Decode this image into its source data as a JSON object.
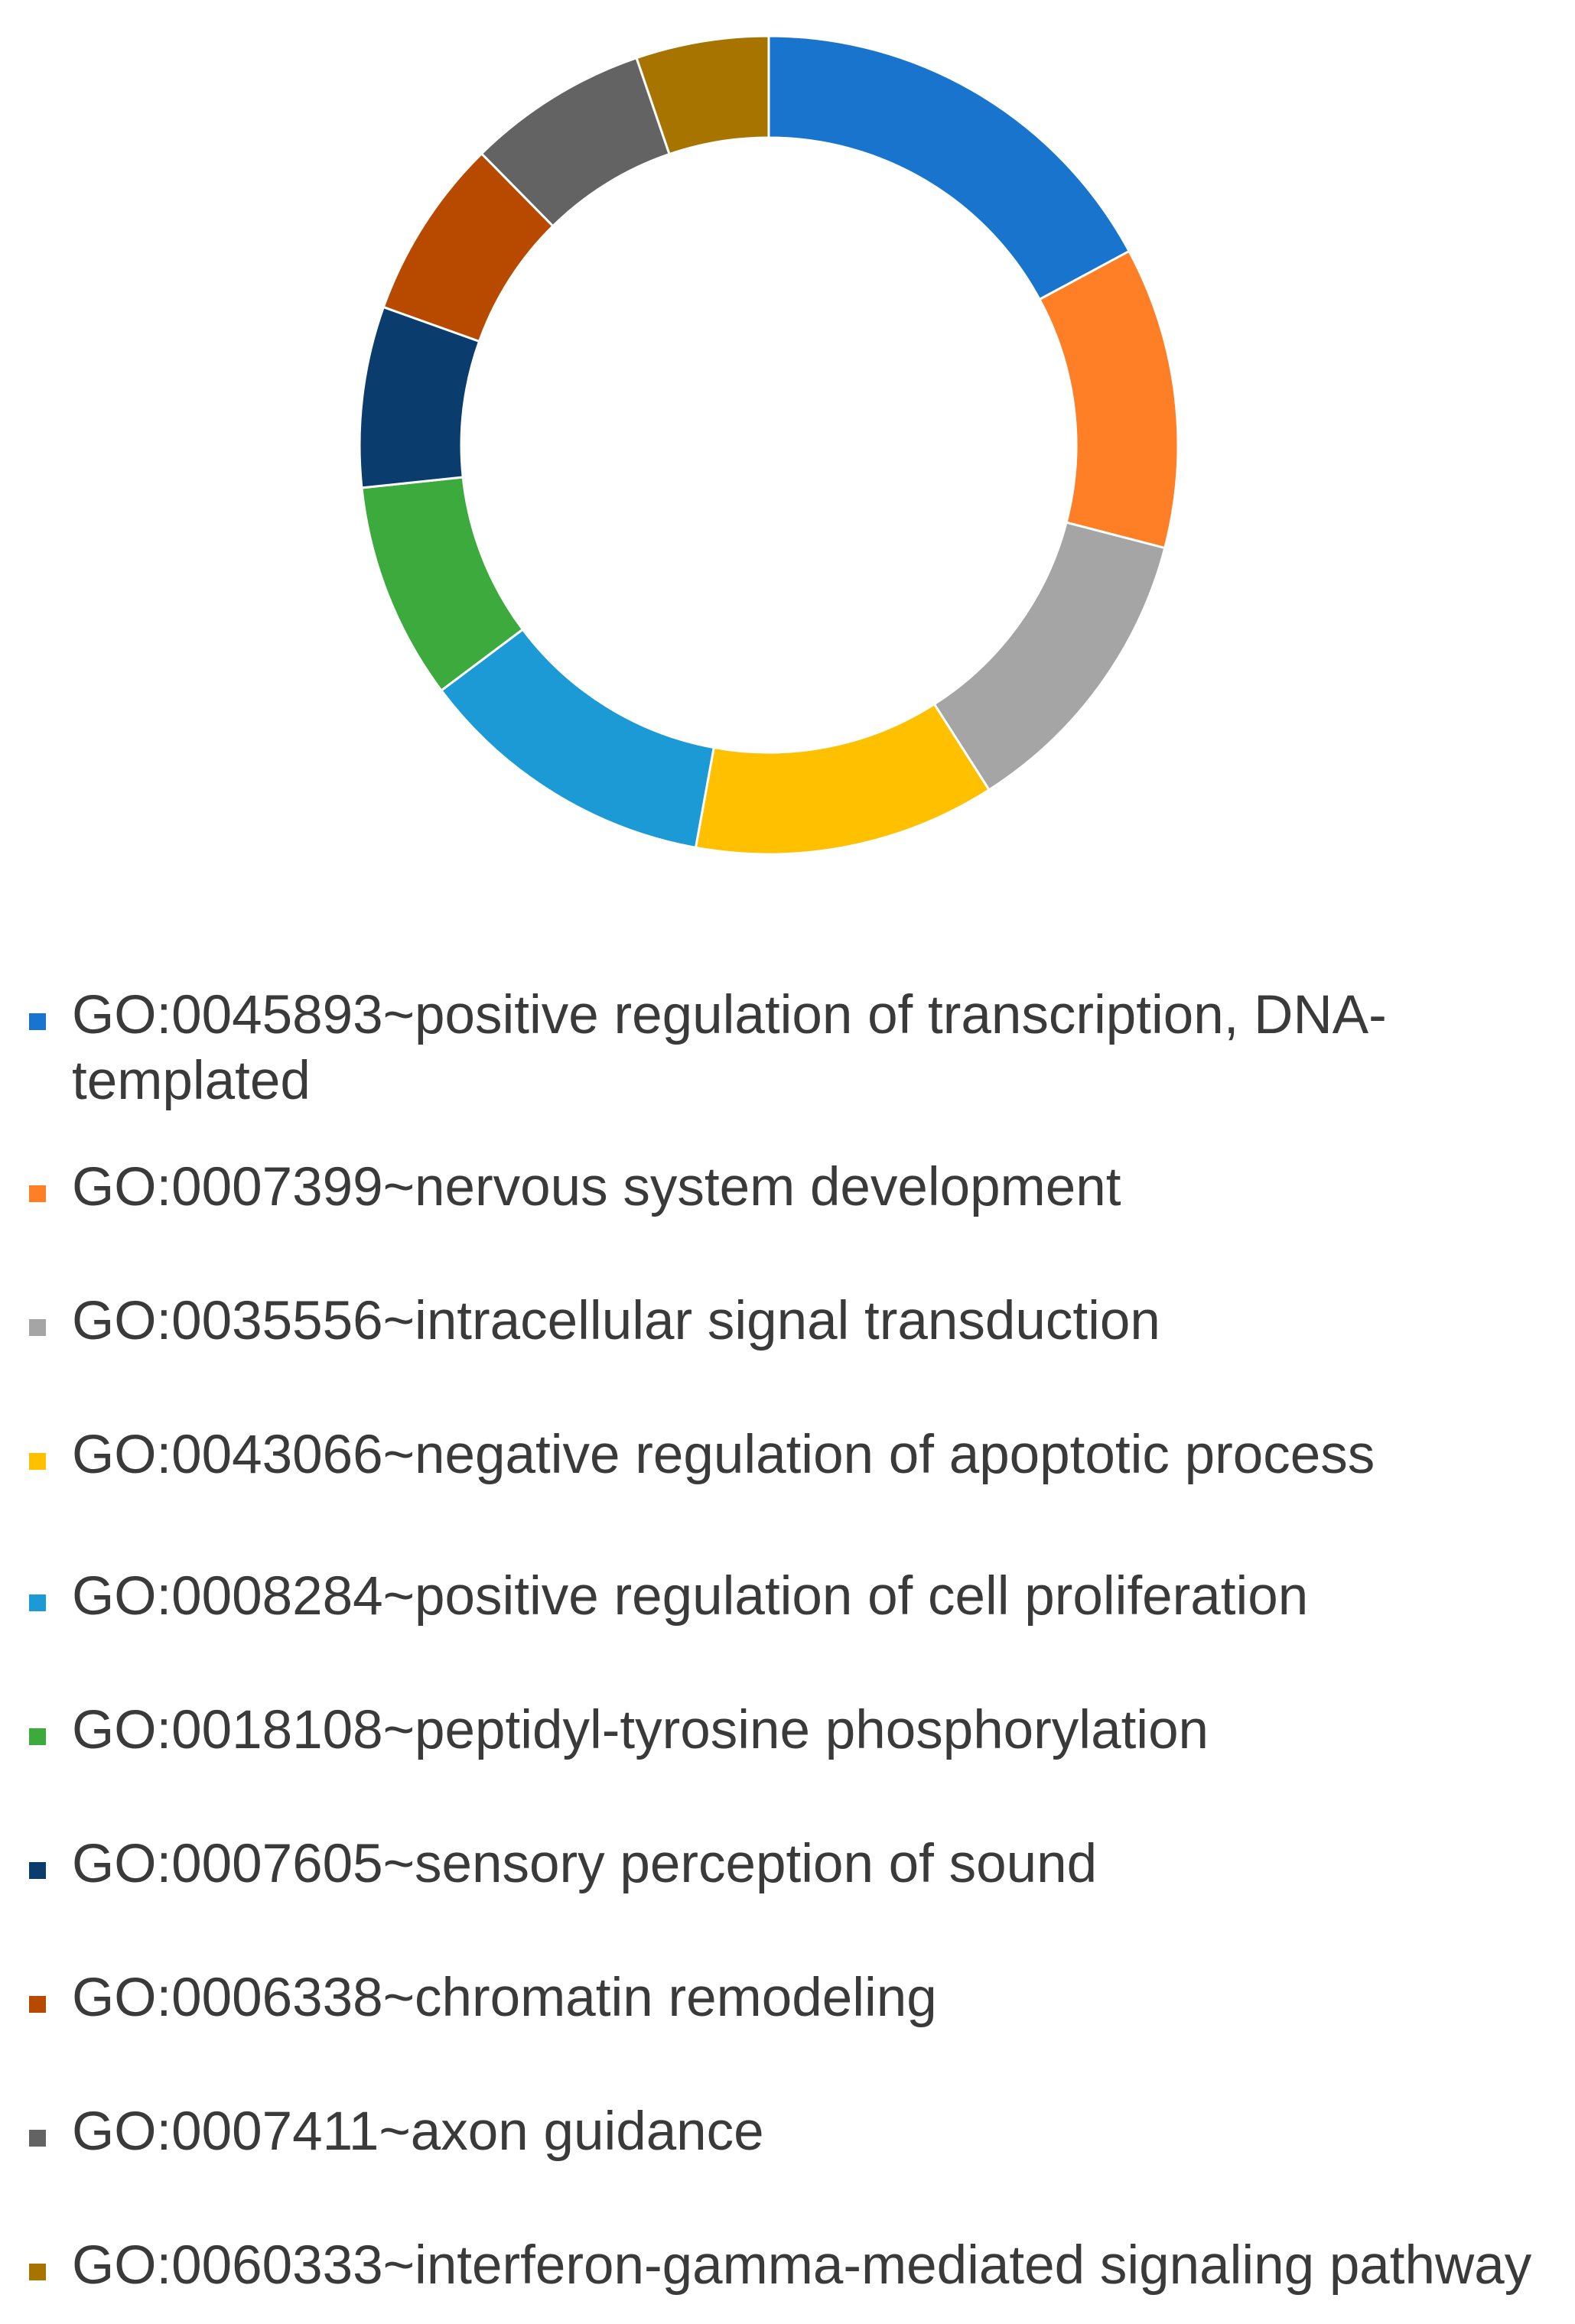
{
  "chart_data": {
    "type": "pie",
    "variant": "donut",
    "legend_position": "bottom",
    "series": [
      {
        "label": "GO:0045893~positive regulation of transcription, DNA-templated",
        "value": 18,
        "color": "#1874CD"
      },
      {
        "label": "GO:0007399~nervous system development",
        "value": 12.5,
        "color": "#FF7F27"
      },
      {
        "label": "GO:0035556~intracellular signal transduction",
        "value": 12.5,
        "color": "#A5A5A5"
      },
      {
        "label": "GO:0043066~negative regulation of apoptotic process",
        "value": 12.5,
        "color": "#FFC000"
      },
      {
        "label": "GO:0008284~positive regulation of cell proliferation",
        "value": 12.5,
        "color": "#1B9AD6"
      },
      {
        "label": "GO:0018108~peptidyl-tyrosine phosphorylation",
        "value": 9,
        "color": "#3CAA3C"
      },
      {
        "label": "GO:0007605~sensory perception of sound",
        "value": 7.5,
        "color": "#0A3D6E"
      },
      {
        "label": "GO:0006338~chromatin remodeling",
        "value": 7.5,
        "color": "#B84A00"
      },
      {
        "label": "GO:0007411~axon guidance",
        "value": 7.5,
        "color": "#636363"
      },
      {
        "label": "GO:0060333~interferon-gamma-mediated signaling pathway",
        "value": 5.5,
        "color": "#A77400"
      }
    ]
  }
}
